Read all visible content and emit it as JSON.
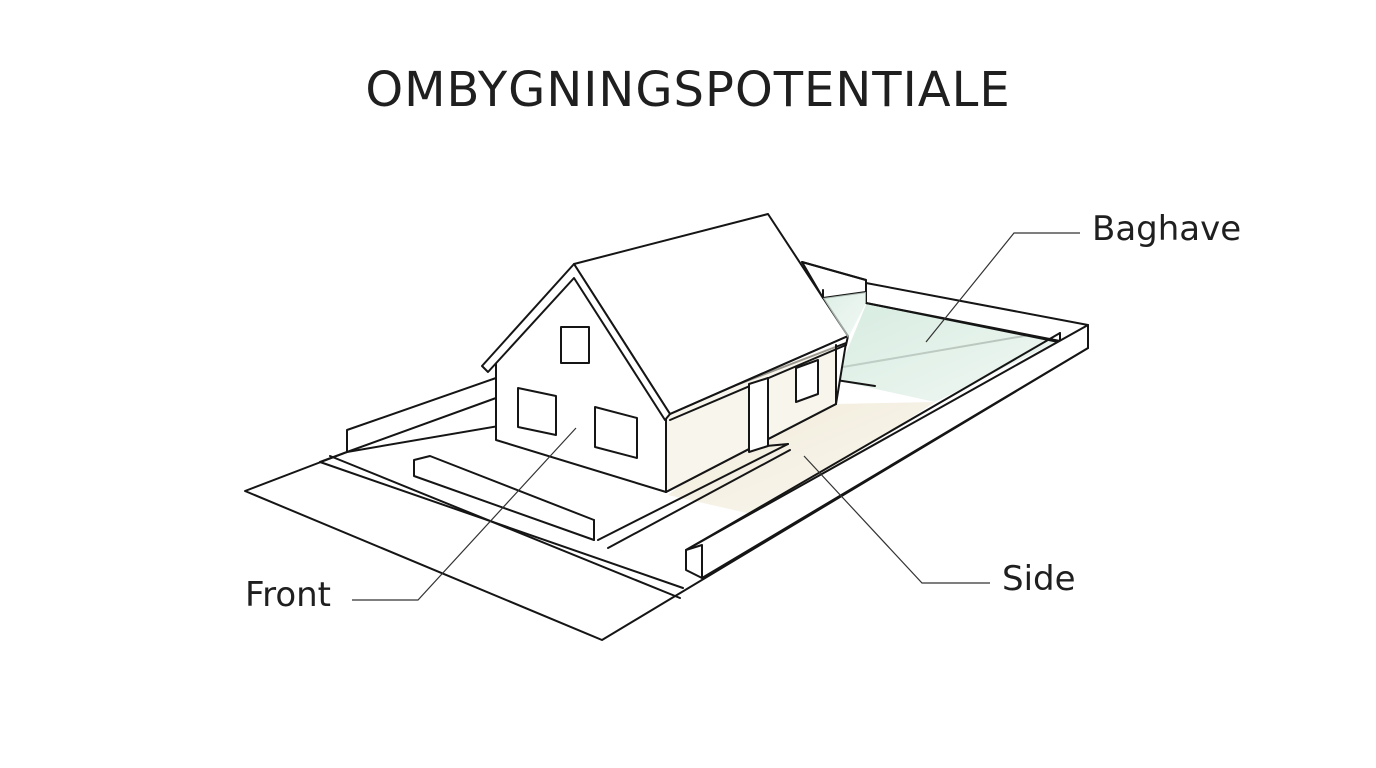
{
  "title": "OMBYGNINGSPOTENTIALE",
  "callouts": {
    "baghave": "Baghave",
    "side": "Side",
    "front": "Front"
  },
  "colors": {
    "line": "#151515",
    "backyard_fill": "#dceee3",
    "side_yard_fill": "#f2ede0",
    "background": "#ffffff"
  }
}
